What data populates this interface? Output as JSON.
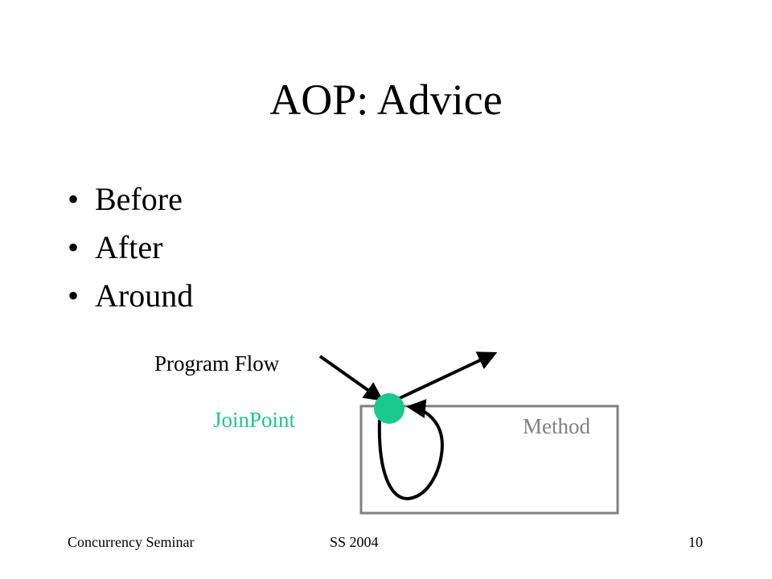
{
  "slide": {
    "title": "AOP: Advice",
    "bullet_glyph": "•",
    "bullets": [
      "Before",
      "After",
      "Around"
    ]
  },
  "diagram": {
    "program_flow_label": "Program Flow",
    "joinpoint_label": "JoinPoint",
    "method_label": "Method"
  },
  "footer": {
    "left": "Concurrency Seminar",
    "center": "SS 2004",
    "page_number": "10"
  },
  "colors": {
    "text": "#000000",
    "joinpoint": "#1ac98e",
    "method": "#808080"
  }
}
